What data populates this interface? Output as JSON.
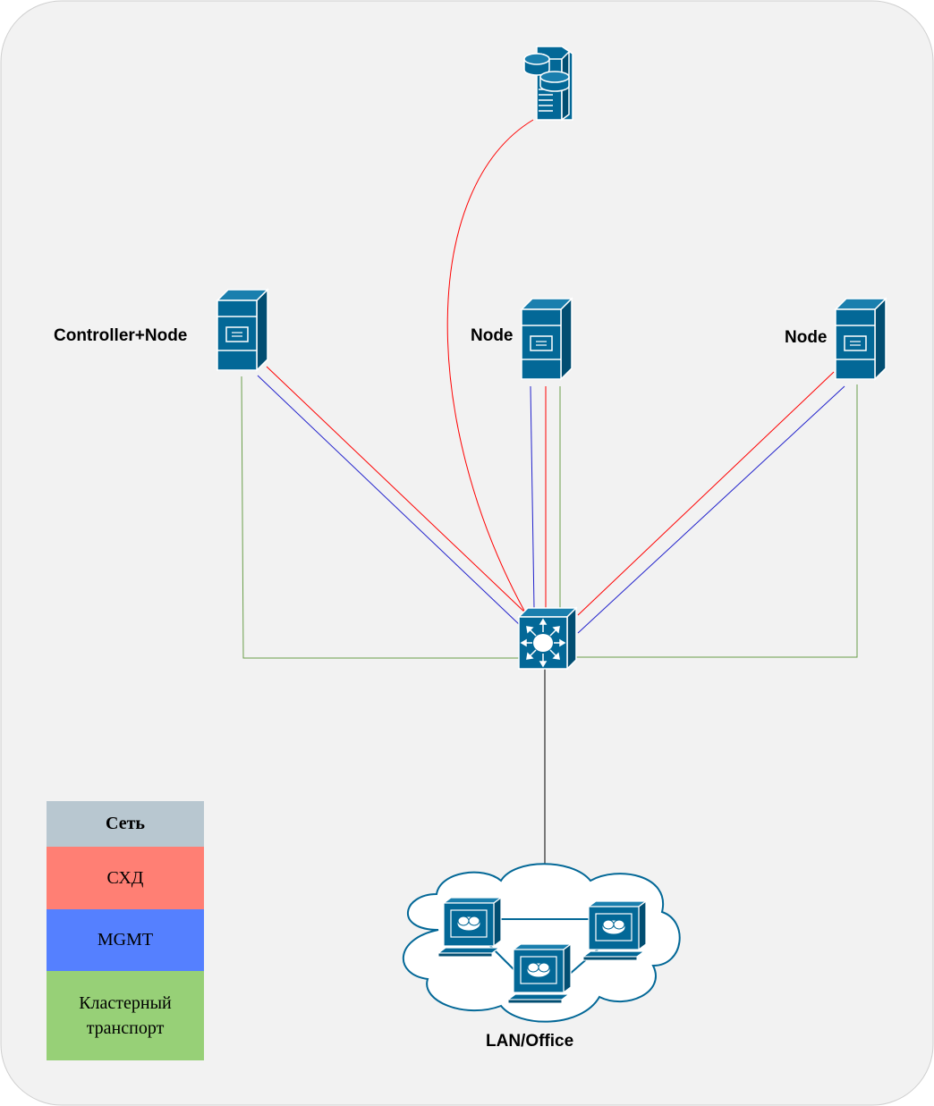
{
  "nodes": {
    "controller": {
      "label": "Controller+Node"
    },
    "node_center": {
      "label": "Node"
    },
    "node_right": {
      "label": "Node"
    },
    "lan": {
      "label": "LAN/Office"
    }
  },
  "legend": {
    "header": "Сеть",
    "rows": [
      {
        "label": "СХД",
        "color": "#FF7F74"
      },
      {
        "label": "MGMT",
        "color": "#5580FF"
      },
      {
        "label": "Кластерный транспорт",
        "color": "#97D077"
      }
    ],
    "header_color": "#B8C7D0"
  },
  "colors": {
    "storage_line": "#FF0000",
    "mgmt_line": "#2222CC",
    "cluster_line": "#6A9E4A",
    "uplink_line": "#000000",
    "device": "#036897",
    "background": "#F2F2F2"
  }
}
